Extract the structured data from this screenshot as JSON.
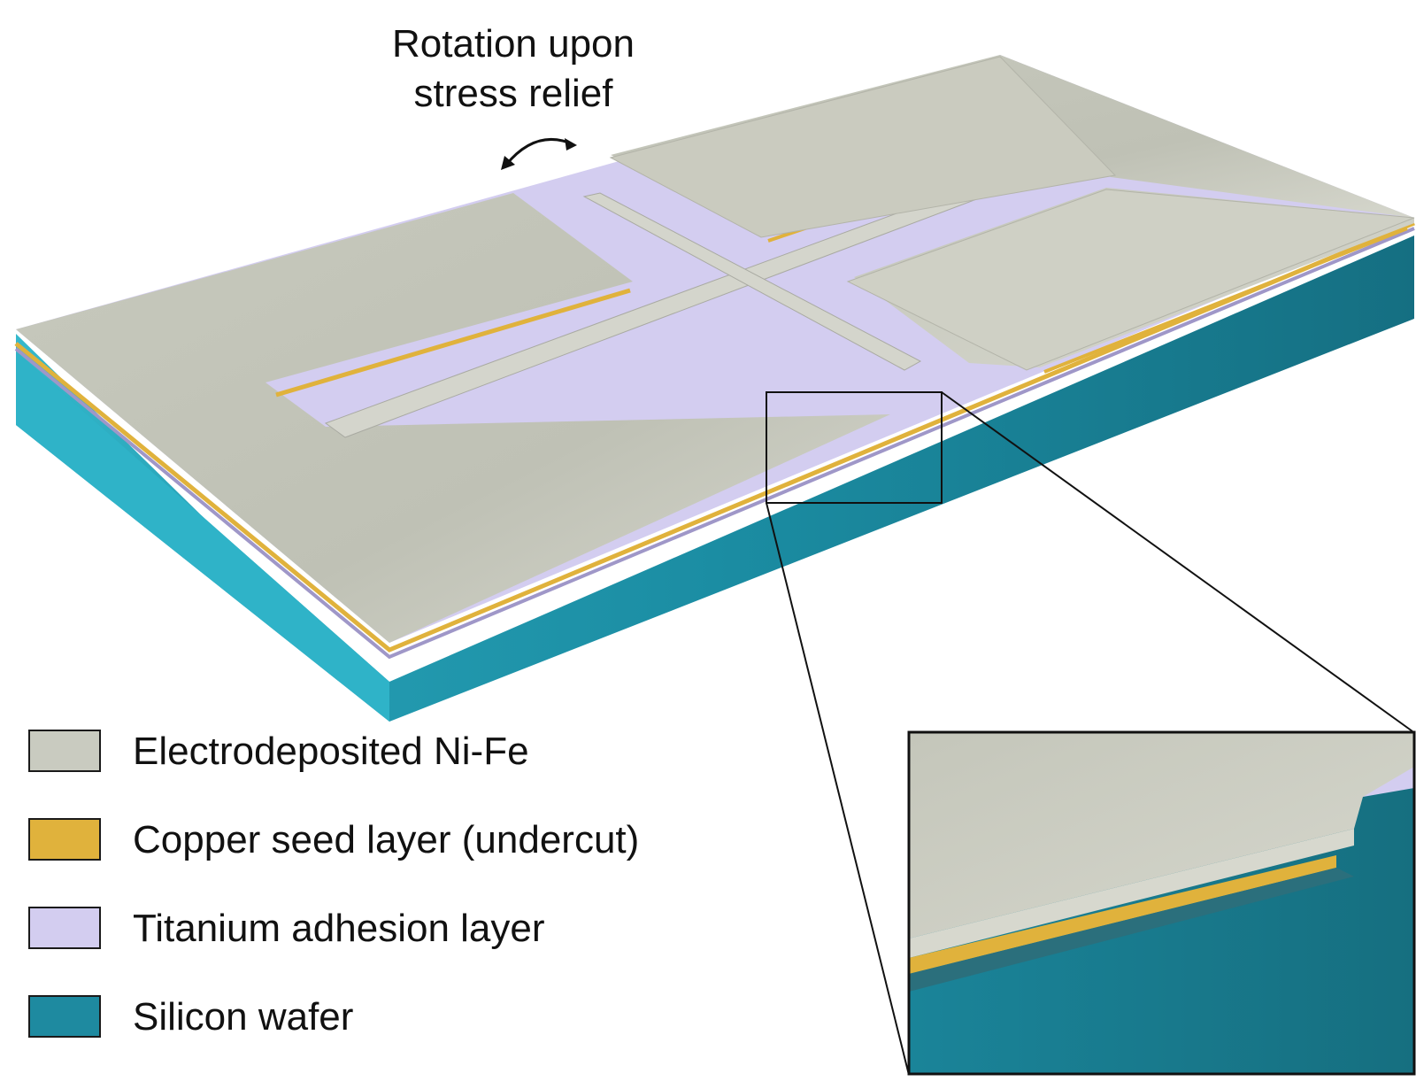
{
  "annotation": {
    "line1": "Rotation upon",
    "line2": "stress relief"
  },
  "legend": [
    {
      "label": "Electrodeposited Ni-Fe",
      "color": "#c9cbc0"
    },
    {
      "label": "Copper seed layer (undercut)",
      "color": "#e0b23c"
    },
    {
      "label": "Titanium adhesion layer",
      "color": "#d3cdf0"
    },
    {
      "label": "Silicon wafer",
      "color": "#1e8aa0"
    }
  ],
  "colors": {
    "nife": "#c9cbc0",
    "copper": "#e0b23c",
    "titanium": "#d3cdf0",
    "silicon": "#1e8aa0",
    "outline": "#111111"
  }
}
